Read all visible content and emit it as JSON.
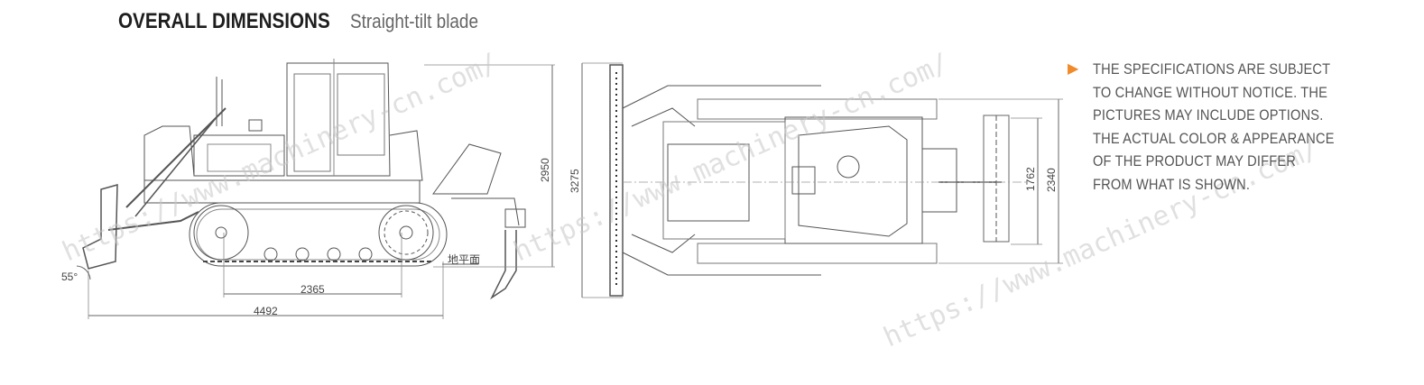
{
  "header": {
    "title": "OVERALL DIMENSIONS",
    "subtitle": "Straight-tilt blade"
  },
  "side_view": {
    "dimensions": {
      "height": "2950",
      "track_length": "2365",
      "overall_length": "4492",
      "blade_angle": "55°",
      "ground_label": "地平面"
    }
  },
  "top_view": {
    "dimensions": {
      "blade_width": "3275",
      "track_gauge": "1762",
      "overall_width": "2340"
    }
  },
  "notice": {
    "lines": [
      "THE SPECIFICATIONS ARE SUBJECT",
      "TO CHANGE WITHOUT NOTICE. THE",
      "PICTURES MAY INCLUDE OPTIONS.",
      "THE ACTUAL COLOR & APPEARANCE",
      "OF THE PRODUCT MAY DIFFER",
      "FROM WHAT IS SHOWN."
    ],
    "bullet_color": "#f08a2a"
  },
  "watermark": {
    "text": "https://www.machinery-cn.com/"
  }
}
